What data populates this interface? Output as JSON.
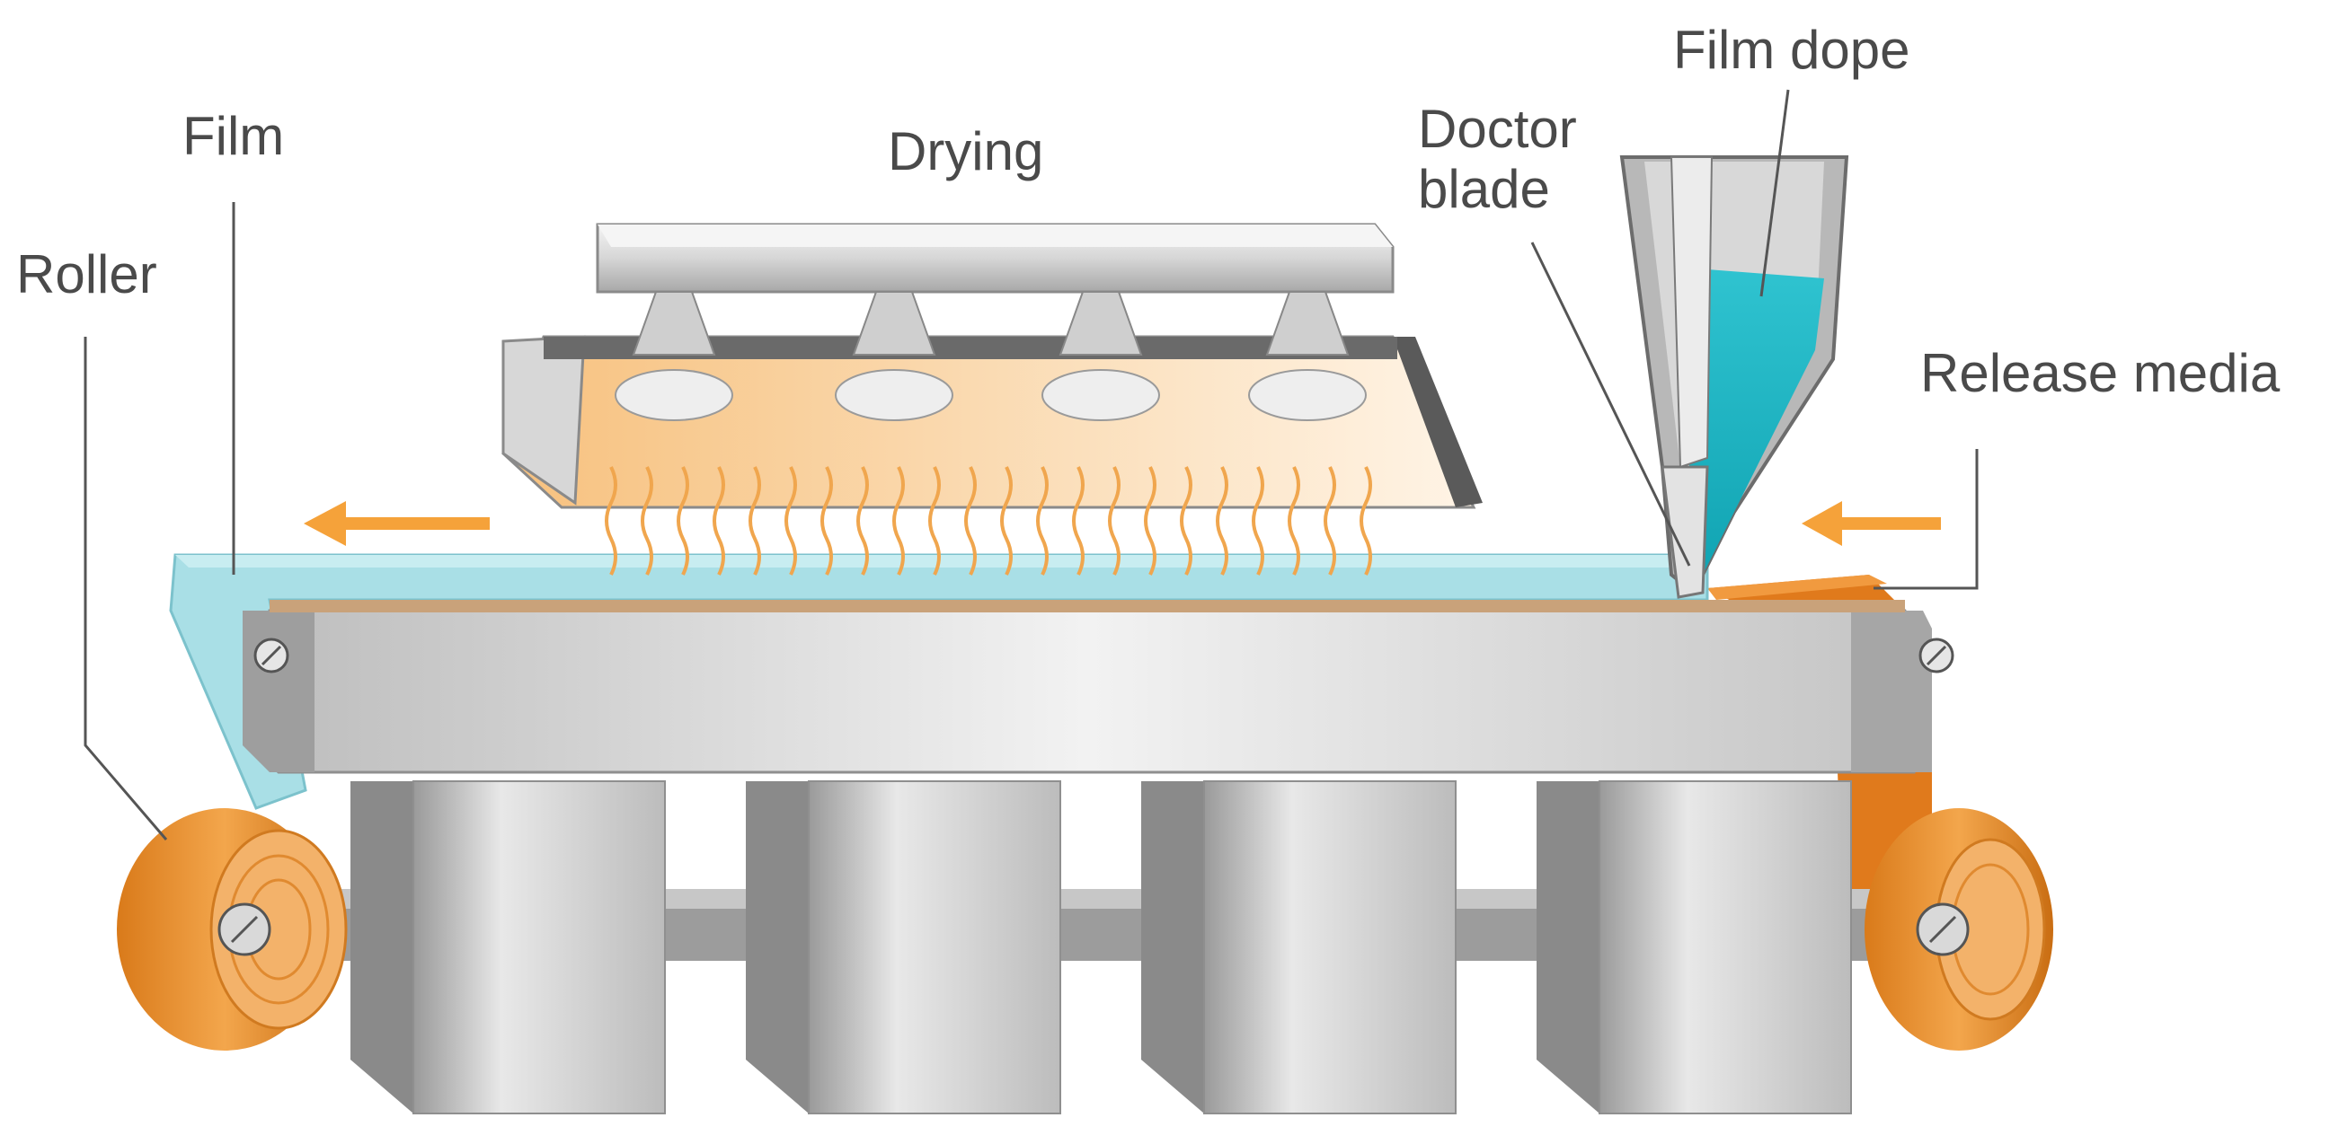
{
  "labels": {
    "film": "Film",
    "roller": "Roller",
    "drying": "Drying",
    "doctor_blade_line1": "Doctor",
    "doctor_blade_line2": "blade",
    "film_dope": "Film dope",
    "release_media": "Release media"
  },
  "colors": {
    "film": "#8fd3dc",
    "film_dope": "#1fb5c4",
    "release_media": "#e07a1c",
    "roller": "#e8902e",
    "drying_glow": "#f6c68a",
    "arrow": "#f5a23a",
    "metal_light": "#e9e9e9",
    "metal_mid": "#bdbdbd",
    "metal_dark": "#7a7a7a",
    "leader_line": "#555555"
  },
  "icons": {
    "flow_arrow": "arrow-left-icon",
    "roller_left": "roller-icon",
    "roller_right": "roller-icon",
    "hopper": "hopper-icon"
  }
}
